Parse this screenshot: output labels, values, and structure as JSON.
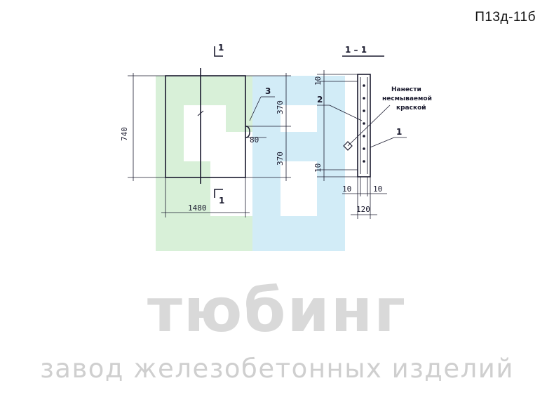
{
  "header": {
    "code": "П13д-11б"
  },
  "drawing": {
    "section_mark_top": "1",
    "section_mark_bottom": "1",
    "section_title": "1 – 1",
    "dimensions": {
      "height_total": "740",
      "width_total": "1480",
      "upper_half": "370",
      "lower_half": "370",
      "offset": "80",
      "edge_top": "10",
      "edge_bottom": "10",
      "bottom_left": "10",
      "bottom_right": "10",
      "thickness": "120"
    },
    "callouts": {
      "c1": "1",
      "c2": "2",
      "c3": "3"
    },
    "note_lines": [
      "Нанести",
      "несмываемой",
      "краской"
    ]
  },
  "watermark": {
    "brand": "тюбинг",
    "tagline": "завод железобетонных изделий",
    "colors": {
      "green": "#d8f0d8",
      "blue": "#d2ecf7",
      "gray": "#d9d9d9"
    }
  }
}
